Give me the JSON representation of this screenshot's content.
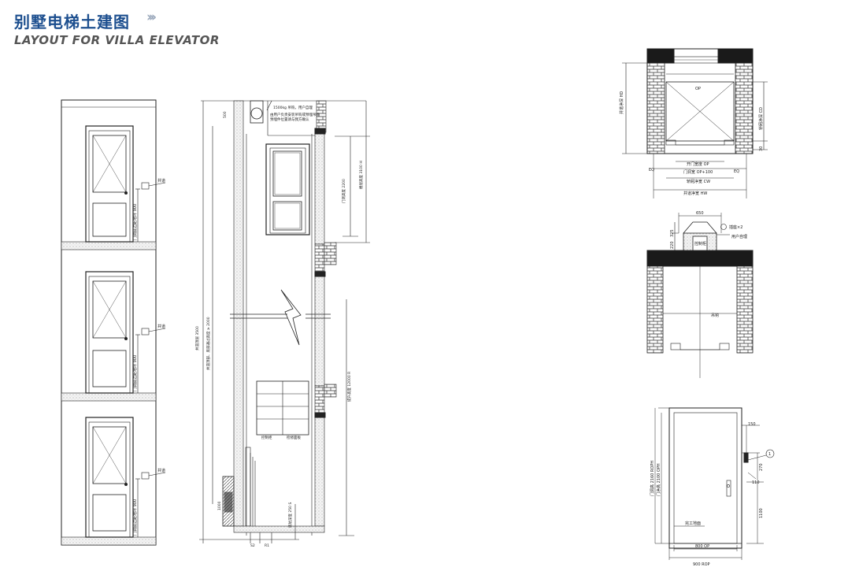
{
  "header": {
    "title_cn": "别墅电梯土建图",
    "chevrons": "›››",
    "title_en": "LAYOUT FOR VILLA ELEVATOR"
  },
  "front": {
    "label1": "门洞",
    "label2": "井道",
    "dim_text": "门洞底边距地坪 900"
  },
  "section": {
    "top_dim": "500",
    "note1": "1500kg 吊钩，用户自理",
    "note2": "由用户负责安装吊钩或预埋吊钩",
    "note3": "预埋件位置请与我方确认",
    "door_height": "门洞高度 2200",
    "floor_height": "楼层高度 3100 H",
    "total_height": "井道顶层 3500",
    "shaft_note": "井道顶部、底部通过高度 ≥ 2000",
    "stroke": "提升高度 12000 R",
    "pit_dim": "底坑深度 250 S",
    "pit_side": "1000",
    "label_s2": "S2",
    "label_r1": "R1",
    "panel_left": "控制柜",
    "panel_right": "检修面板"
  },
  "plan": {
    "hd": "井道净深 HD",
    "cd": "轿厢净深 CD",
    "dim30": "30",
    "op_label": "OP",
    "eq": "EQ",
    "open_width": "开门宽度 OP",
    "door_hole": "门洞宽 OP+100",
    "car_width": "轿厢净宽 CW",
    "shaft_width": "井道净宽 HW"
  },
  "top": {
    "w650": "650",
    "h325": "325",
    "h220": "220",
    "socket": "插座×2",
    "user": "用户自理",
    "box": "控制柜",
    "hook": "吊钩"
  },
  "door": {
    "d150": "150",
    "d270": "270",
    "d110": "110",
    "d1100": "1100",
    "roph": "门洞高 2160 ROPH",
    "oph": "门净高 2100 OPH",
    "finish": "完工地面",
    "op": "800 OP",
    "rop": "900 ROP",
    "circle": "1"
  }
}
